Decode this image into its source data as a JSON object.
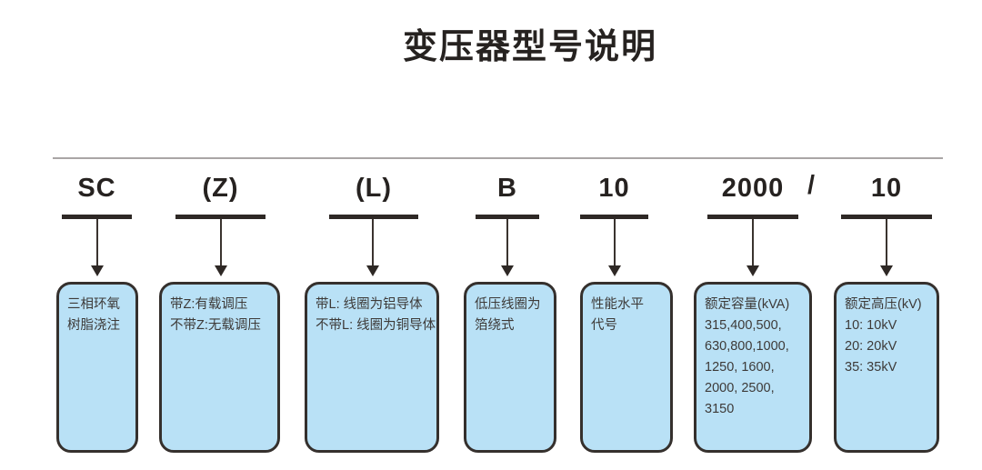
{
  "title": "变压器型号说明",
  "separator": "/",
  "colors": {
    "box_fill": "#b9e1f6",
    "box_border": "#35302d",
    "text_dark": "#262220",
    "box_text": "#3d3a38",
    "top_rule": "#a9a6a6"
  },
  "segments": [
    {
      "code": "SC",
      "lines": [
        "三相环氧",
        "树脂浇注"
      ]
    },
    {
      "code": "(Z)",
      "lines": [
        "带Z:有载调压",
        "不带Z:无载调压"
      ]
    },
    {
      "code": "(L)",
      "lines": [
        "带L: 线圈为铝导体",
        "不带L: 线圈为铜导体"
      ]
    },
    {
      "code": "B",
      "lines": [
        "低压线圈为",
        "箔绕式"
      ]
    },
    {
      "code": "10",
      "lines": [
        "性能水平",
        "代号"
      ]
    },
    {
      "code": "2000",
      "lines": [
        "额定容量(kVA)",
        "315,400,500,",
        "630,800,1000,",
        "1250, 1600,",
        "2000, 2500,",
        "3150"
      ]
    },
    {
      "code": "10",
      "lines": [
        "额定高压(kV)",
        "10: 10kV",
        "20: 20kV",
        "35: 35kV"
      ]
    }
  ]
}
